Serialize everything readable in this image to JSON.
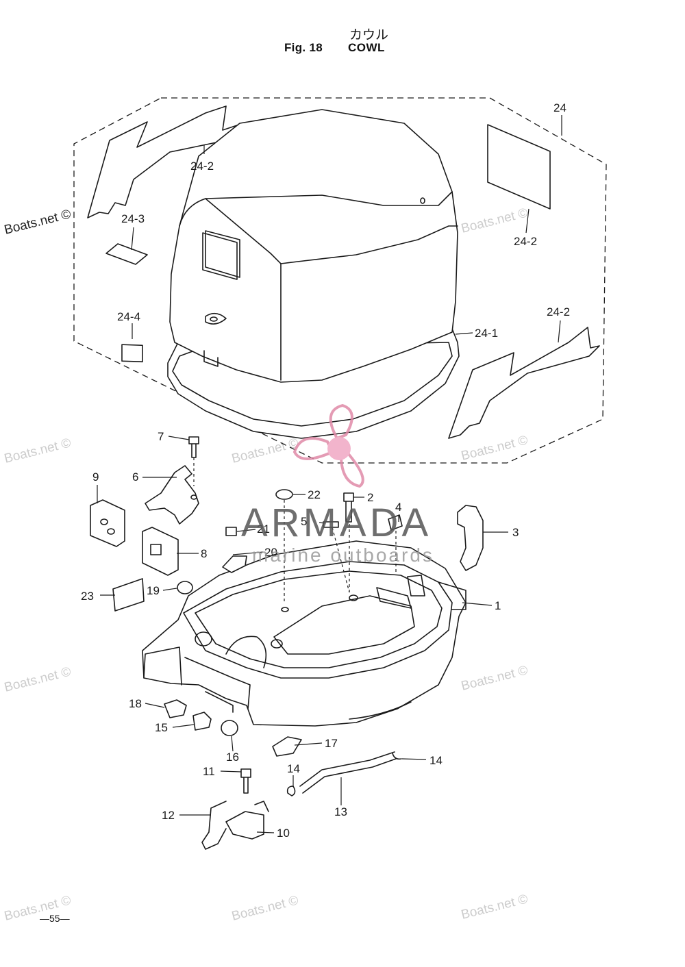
{
  "header": {
    "title_jp": "カウル",
    "fig_label": "Fig. 18",
    "title_en": "COWL"
  },
  "page_number": "—55—",
  "watermark": {
    "text": "Boats.net ©",
    "brand": "ARMADA",
    "brand_sub": "marine outboards"
  },
  "callouts": {
    "c24": "24",
    "c24_2a": "24-2",
    "c24_2b": "24-2",
    "c24_2c": "24-2",
    "c24_3": "24-3",
    "c24_4": "24-4",
    "c24_1": "24-1",
    "c7": "7",
    "c6": "6",
    "c9": "9",
    "c8": "8",
    "c22": "22",
    "c2": "2",
    "c4": "4",
    "c3": "3",
    "c21": "21",
    "c5": "5",
    "c20": "20",
    "c23": "23",
    "c19": "19",
    "c1": "1",
    "c18": "18",
    "c15": "15",
    "c16": "16",
    "c17": "17",
    "c14a": "14",
    "c14b": "14",
    "c11": "11",
    "c13": "13",
    "c12": "12",
    "c10": "10"
  }
}
